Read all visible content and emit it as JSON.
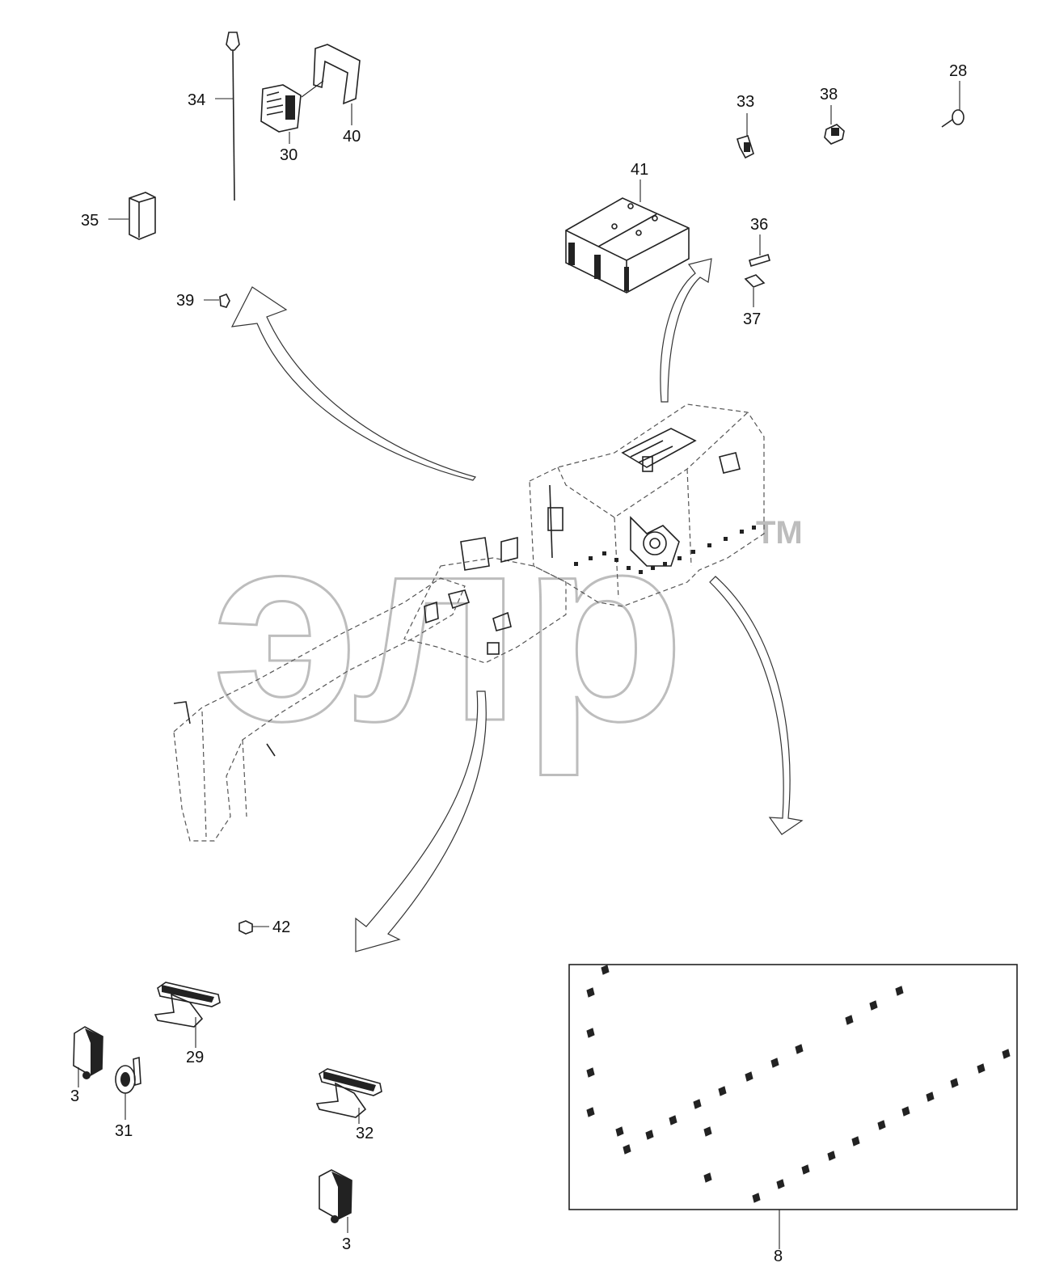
{
  "diagram": {
    "watermark": {
      "text": "элр",
      "trademark": "TM",
      "color": "#bdbdbd"
    },
    "callouts": [
      {
        "id": "c34",
        "label": "34"
      },
      {
        "id": "c30",
        "label": "30"
      },
      {
        "id": "c40",
        "label": "40"
      },
      {
        "id": "c35",
        "label": "35"
      },
      {
        "id": "c39",
        "label": "39"
      },
      {
        "id": "c33",
        "label": "33"
      },
      {
        "id": "c38",
        "label": "38"
      },
      {
        "id": "c28",
        "label": "28"
      },
      {
        "id": "c41",
        "label": "41"
      },
      {
        "id": "c36",
        "label": "36"
      },
      {
        "id": "c37",
        "label": "37"
      },
      {
        "id": "c42",
        "label": "42"
      },
      {
        "id": "c29",
        "label": "29"
      },
      {
        "id": "c3a",
        "label": "3"
      },
      {
        "id": "c31",
        "label": "31"
      },
      {
        "id": "c32",
        "label": "32"
      },
      {
        "id": "c3b",
        "label": "3"
      },
      {
        "id": "c8",
        "label": "8"
      }
    ],
    "colors": {
      "line": "#222222",
      "hidden_line": "#555555",
      "background": "#ffffff"
    }
  }
}
